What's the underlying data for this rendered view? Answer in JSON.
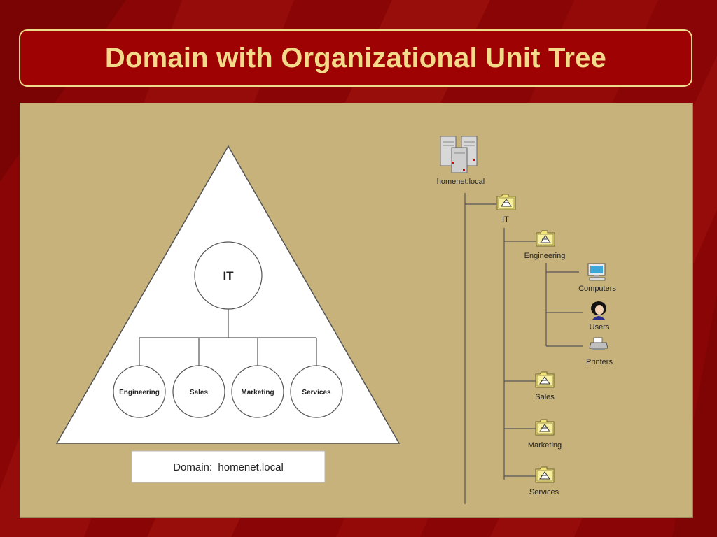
{
  "title": "Domain with Organizational Unit Tree",
  "triangle_diagram": {
    "root_ou": "IT",
    "child_ous": [
      "Engineering",
      "Sales",
      "Marketing",
      "Services"
    ],
    "domain_label": "Domain:  homenet.local"
  },
  "tree": {
    "domain": "homenet.local",
    "root": "IT",
    "engineering": "Engineering",
    "engineering_children": [
      "Computers",
      "Users",
      "Printers"
    ],
    "sales": "Sales",
    "marketing": "Marketing",
    "services": "Services"
  },
  "icons": {
    "domain": "servers-icon",
    "ou": "ou-folder-icon",
    "computers": "computer-icon",
    "users": "user-icon",
    "printers": "printer-icon"
  },
  "colors": {
    "background": "#8c0a0a",
    "title_text": "#f3d98a",
    "title_border": "#f0d98a",
    "panel": "#c7b27c",
    "folder": "#f2e27a"
  }
}
